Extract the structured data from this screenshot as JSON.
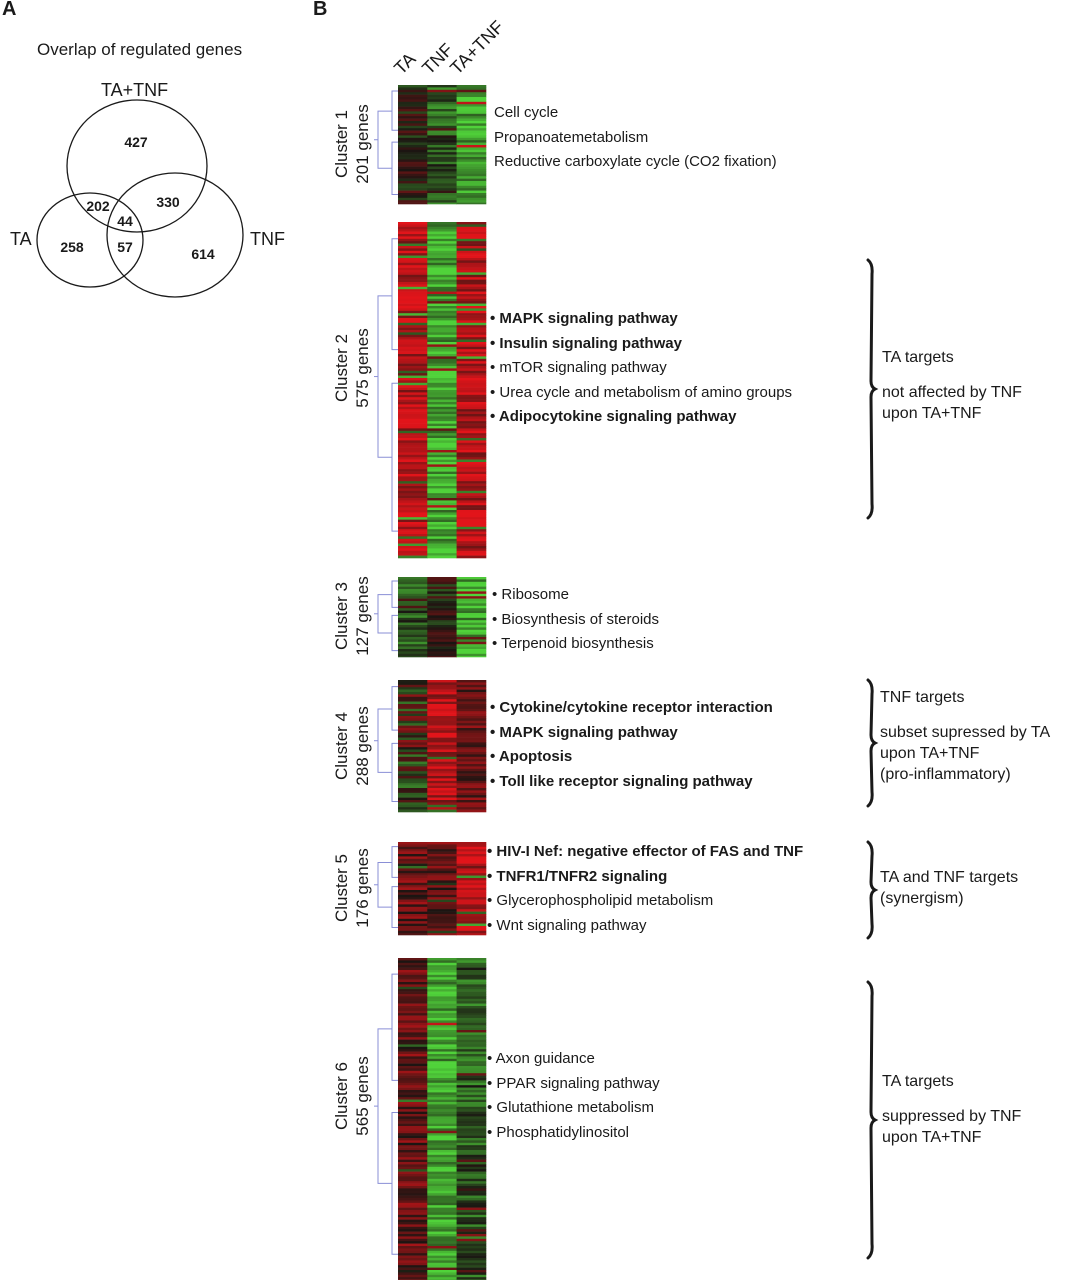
{
  "panel_a": {
    "letter": "A",
    "title": "Overlap of regulated genes",
    "sets": {
      "ta_tnf": "TA+TNF",
      "ta": "TA",
      "tnf": "TNF"
    },
    "regions": {
      "ta_tnf_only": "427",
      "ta_only": "258",
      "tnf_only": "614",
      "ta_and_ta_tnf": "202",
      "tnf_and_ta_tnf": "330",
      "ta_and_tnf": "57",
      "all_three": "44"
    }
  },
  "panel_b": {
    "letter": "B",
    "columns": [
      "TA",
      "TNF",
      "TA+TNF"
    ],
    "colors": {
      "up": "#e0141a",
      "down": "#4fcf3a",
      "neutral": "#1a1512",
      "dendrogram": "#8a8fd6"
    },
    "clusters": [
      {
        "name": "Cluster 1",
        "genes": "201 genes",
        "profile": {
          "TA": "neutral",
          "TNF": "slightly down",
          "TA+TNF": "down"
        },
        "pathways": [
          {
            "text": "Cell cycle",
            "bold": false,
            "bullet": false
          },
          {
            "text": "Propanoatemetabolism",
            "bold": false,
            "bullet": false
          },
          {
            "text": "Reductive carboxylate cycle (CO2 fixation)",
            "bold": false,
            "bullet": false
          }
        ],
        "annotation": null
      },
      {
        "name": "Cluster 2",
        "genes": "575 genes",
        "profile": {
          "TA": "up",
          "TNF": "down",
          "TA+TNF": "up"
        },
        "pathways": [
          {
            "text": "MAPK signaling pathway",
            "bold": true,
            "bullet": true
          },
          {
            "text": "Insulin signaling pathway",
            "bold": true,
            "bullet": true
          },
          {
            "text": "mTOR signaling pathway",
            "bold": false,
            "bullet": true
          },
          {
            "text": "Urea cycle and metabolism of amino groups",
            "bold": false,
            "bullet": true
          },
          {
            "text": "Adipocytokine signaling pathway",
            "bold": true,
            "bullet": true
          }
        ],
        "annotation": {
          "heading": "TA targets",
          "lines": [
            "not affected by TNF",
            "upon TA+TNF"
          ]
        }
      },
      {
        "name": "Cluster 3",
        "genes": "127 genes",
        "profile": {
          "TA": "slightly down",
          "TNF": "neutral",
          "TA+TNF": "down"
        },
        "pathways": [
          {
            "text": "Ribosome",
            "bold": false,
            "bullet": true
          },
          {
            "text": "Biosynthesis of steroids",
            "bold": false,
            "bullet": true
          },
          {
            "text": "Terpenoid biosynthesis",
            "bold": false,
            "bullet": true
          }
        ],
        "annotation": null
      },
      {
        "name": "Cluster 4",
        "genes": "288 genes",
        "profile": {
          "TA": "mixed",
          "TNF": "up",
          "TA+TNF": "slightly up"
        },
        "pathways": [
          {
            "text": "Cytokine/cytokine receptor interaction",
            "bold": true,
            "bullet": true
          },
          {
            "text": "MAPK signaling pathway",
            "bold": true,
            "bullet": true
          },
          {
            "text": "Apoptosis",
            "bold": true,
            "bullet": true
          },
          {
            "text": "Toll like receptor signaling  pathway",
            "bold": true,
            "bullet": true
          }
        ],
        "annotation": {
          "heading": "TNF targets",
          "lines": [
            "subset supressed by TA",
            "upon TA+TNF",
            "(pro-inflammatory)"
          ]
        }
      },
      {
        "name": "Cluster 5",
        "genes": "176 genes",
        "profile": {
          "TA": "slightly up",
          "TNF": "slightly up",
          "TA+TNF": "up"
        },
        "pathways": [
          {
            "text": "HIV-I Nef: negative effector of FAS and TNF",
            "bold": true,
            "bullet": true
          },
          {
            "text": "TNFR1/TNFR2 signaling",
            "bold": true,
            "bullet": true
          },
          {
            "text": "Glycerophospholipid metabolism",
            "bold": false,
            "bullet": true
          },
          {
            "text": "Wnt signaling pathway",
            "bold": false,
            "bullet": true
          }
        ],
        "annotation": {
          "heading": "TA and TNF targets",
          "lines": [
            "(synergism)"
          ]
        }
      },
      {
        "name": "Cluster 6",
        "genes": "565 genes",
        "profile": {
          "TA": "slightly up",
          "TNF": "down",
          "TA+TNF": "slightly down"
        },
        "pathways": [
          {
            "text": "Axon guidance",
            "bold": false,
            "bullet": true
          },
          {
            "text": "PPAR signaling pathway",
            "bold": false,
            "bullet": true
          },
          {
            "text": "Glutathione metabolism",
            "bold": false,
            "bullet": true
          },
          {
            "text": "Phosphatidylinositol",
            "bold": false,
            "bullet": true
          }
        ],
        "annotation": {
          "heading": "TA  targets",
          "lines": [
            "suppressed by TNF",
            "upon TA+TNF"
          ]
        }
      }
    ]
  }
}
